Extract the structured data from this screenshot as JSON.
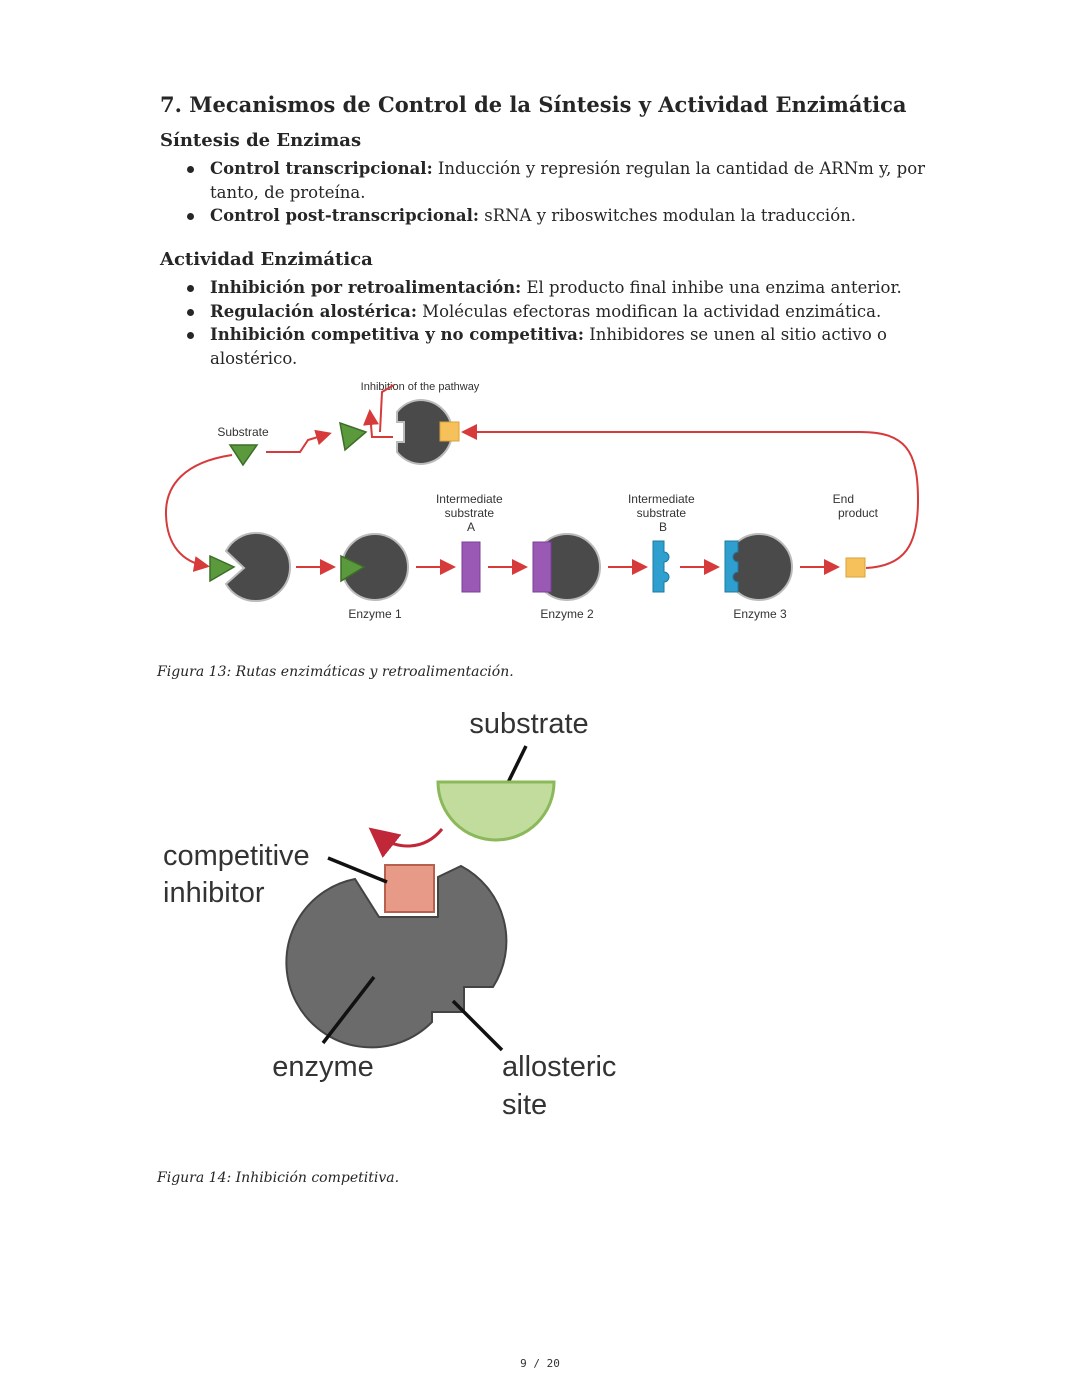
{
  "section": {
    "title": "7. Mecanismos de Control de la Síntesis y Actividad Enzimática"
  },
  "synthesis": {
    "heading": "Síntesis de Enzimas",
    "items": [
      {
        "term": "Control transcripcional:",
        "text": " Inducción y represión regulan la cantidad de ARNm y, por tanto, de proteína."
      },
      {
        "term": "Control post-transcripcional:",
        "text": " sRNA y riboswitches modulan la traducción."
      }
    ]
  },
  "activity": {
    "heading": "Actividad Enzimática",
    "items": [
      {
        "term": "Inhibición por retroalimentación:",
        "text": " El producto final inhibe una enzima anterior."
      },
      {
        "term": "Regulación alostérica:",
        "text": " Moléculas efectoras modifican la actividad enzimática."
      },
      {
        "term": "Inhibición competitiva y no competitiva:",
        "text": " Inhibidores se unen al sitio activo o alostérico."
      }
    ]
  },
  "figure13": {
    "top_label": "Inhibition of the pathway",
    "substrate": "Substrate",
    "intermediate_a": [
      "Intermediate",
      "substrate",
      "A"
    ],
    "intermediate_b": [
      "Intermediate",
      "substrate",
      "B"
    ],
    "end_product": [
      "End",
      "product"
    ],
    "enzyme1": "Enzyme 1",
    "enzyme2": "Enzyme 2",
    "enzyme3": "Enzyme 3",
    "caption": "Figura 13: Rutas enzimáticas y retroalimentación.",
    "colors": {
      "arrow": "#d63a3a",
      "enzyme": "#4a4a4a",
      "substrate": "#5a9a3c",
      "intermediate_a": "#9b59b6",
      "intermediate_b": "#2e9fcf",
      "product": "#f6c15a"
    }
  },
  "figure14": {
    "substrate": "substrate",
    "competitive_inhibitor": [
      "competitive",
      "inhibitor"
    ],
    "enzyme": "enzyme",
    "allosteric_site": [
      "allosteric",
      "site"
    ],
    "caption": "Figura 14: Inhibición competitiva.",
    "colors": {
      "enzyme": "#6b6b6b",
      "substrate": "#c2dc9e",
      "inhibitor": "#e89a88",
      "arrow": "#c0283a"
    }
  },
  "footer": {
    "page": "9 / 20"
  }
}
